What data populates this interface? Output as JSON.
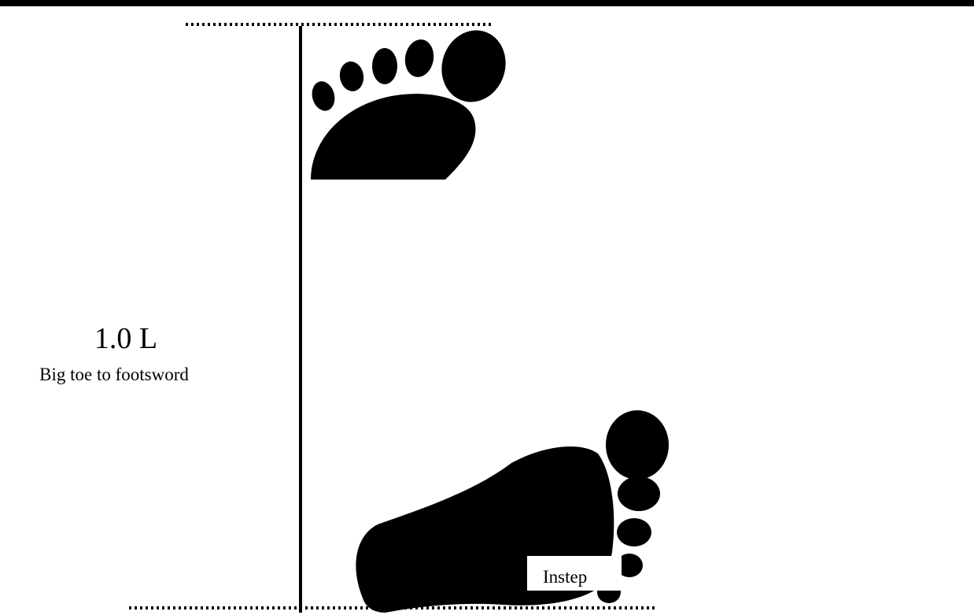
{
  "measurement": {
    "value": "1.0 L",
    "description": "Big toe to footsword"
  },
  "callout": {
    "label": "Instep"
  },
  "colors": {
    "ink": "#000000",
    "background": "#ffffff"
  },
  "icons": [
    "footprint-icon",
    "footprint-icon"
  ]
}
